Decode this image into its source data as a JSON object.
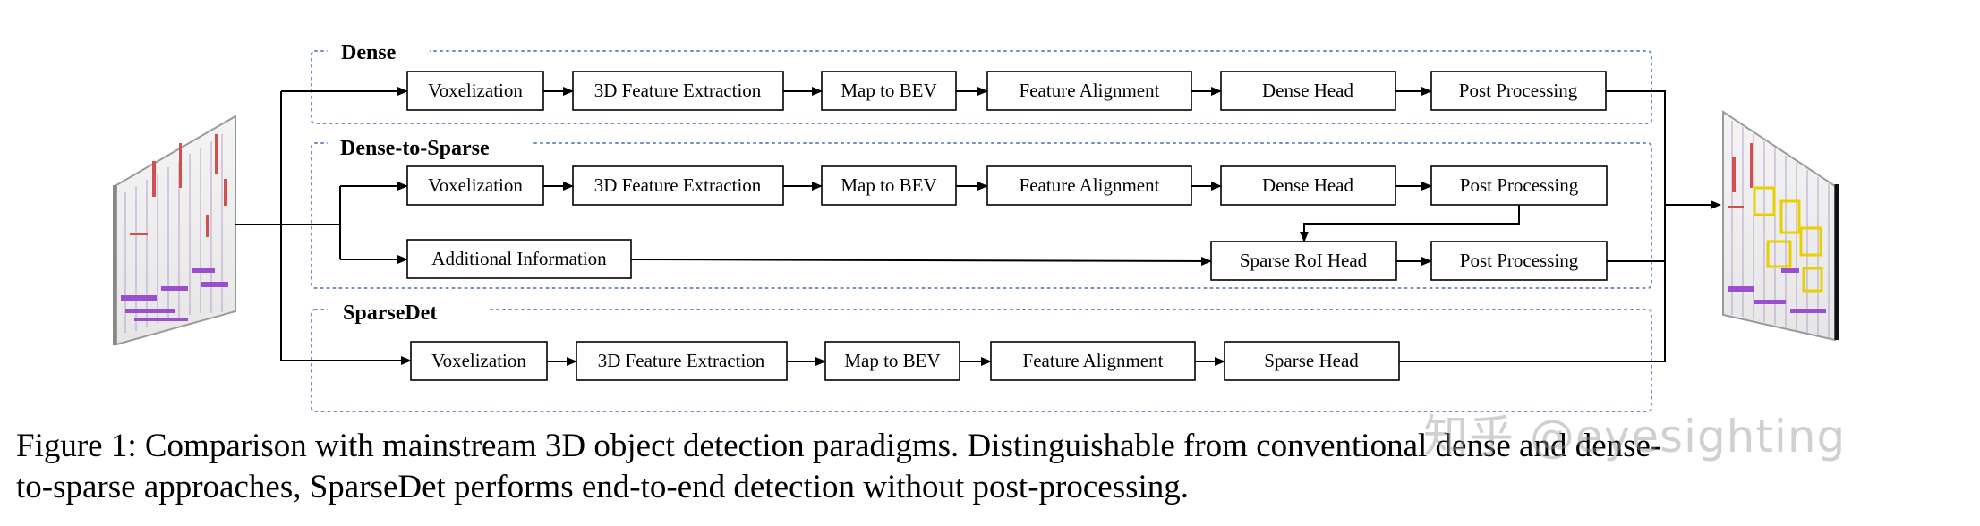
{
  "sections": {
    "dense": "Dense",
    "dense_to_sparse": "Dense-to-Sparse",
    "sparsedet": "SparseDet"
  },
  "boxes": {
    "voxelization": "Voxelization",
    "feature_extraction_3d": "3D Feature Extraction",
    "map_to_bev": "Map to BEV",
    "feature_alignment": "Feature Alignment",
    "dense_head": "Dense Head",
    "post_processing": "Post Processing",
    "additional_information": "Additional Information",
    "sparse_roi_head": "Sparse RoI Head",
    "sparse_head": "Sparse Head"
  },
  "caption": {
    "line1": "Figure 1: Comparison with mainstream 3D object detection paradigms. Distinguishable from conventional dense and dense-",
    "line2": "to-sparse approaches, SparseDet performs end-to-end detection without post-processing."
  },
  "watermark": "知乎 @eyesighting",
  "colors": {
    "dotted_border": "#6f8fc0",
    "point_cloud_purple": "#9a4fd0",
    "point_cloud_red": "#d05050",
    "detection_box_yellow": "#e8d000"
  }
}
